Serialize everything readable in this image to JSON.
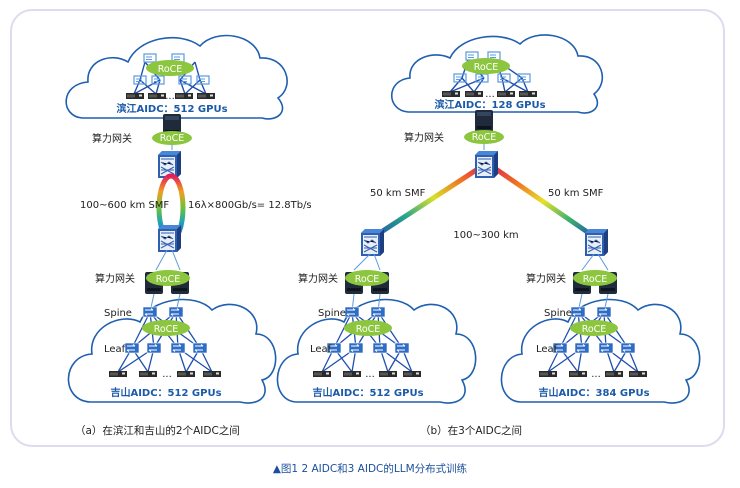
{
  "figure": {
    "caption": "▲图1  2 AIDC和3 AIDC的LLM分布式训练",
    "colors": {
      "cloud_stroke": "#1f5fb0",
      "text_blue": "#1b5aa8",
      "roce_fill": "#8cc63f",
      "frame": "#dcdcf0",
      "switch_blue": "#2f6dc4"
    }
  },
  "panel_a": {
    "subtitle": "（a）在滨江和吉山的2个AIDC之间",
    "top_dc": {
      "label": "滨江AIDC：512 GPUs",
      "protocol": "RoCE"
    },
    "gateway_top": {
      "label": "算力网关",
      "protocol": "RoCE"
    },
    "link": {
      "distance": "100~600 km SMF",
      "capacity": "16λ×800Gb/s= 12.8Tb/s"
    },
    "gateway_bottom": {
      "label": "算力网关",
      "protocol": "RoCE"
    },
    "bottom_dc": {
      "label": "吉山AIDC：512 GPUs",
      "spine": "Spine",
      "leaf": "Leaf",
      "protocol": "RoCE",
      "ellipsis": "..."
    }
  },
  "panel_b": {
    "subtitle": "（b）在3个AIDC之间",
    "top_dc": {
      "label": "滨江AIDC：128 GPUs",
      "protocol": "RoCE"
    },
    "gateway_top": {
      "label": "算力网关",
      "protocol": "RoCE"
    },
    "links": {
      "left": "50 km SMF",
      "right": "50 km SMF",
      "bottom": "100~300 km"
    },
    "left_dc": {
      "gateway": "算力网关",
      "protocol_gw": "RoCE",
      "label": "吉山AIDC：512 GPUs",
      "spine": "Spine",
      "leaf": "Leaf",
      "protocol": "RoCE",
      "ellipsis": "..."
    },
    "right_dc": {
      "gateway": "算力网关",
      "protocol_gw": "RoCE",
      "label": "吉山AIDC：384 GPUs",
      "spine": "Spine",
      "leaf": "Leaf",
      "protocol": "RoCE",
      "ellipsis": "..."
    }
  }
}
